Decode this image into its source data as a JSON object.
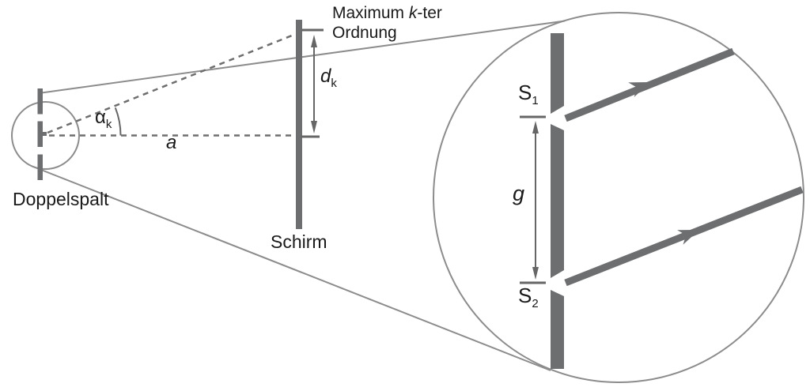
{
  "labels": {
    "maximum": {
      "part1": "Maximum",
      "k": "k",
      "part2": "-ter",
      "line2": "Ordnung"
    },
    "dk": {
      "base": "d",
      "sub": "k"
    },
    "alpha": {
      "base": "α",
      "sub": "k"
    },
    "a": "a",
    "doppelspalt": "Doppelspalt",
    "schirm": "Schirm",
    "s1": {
      "base": "S",
      "sub": "1"
    },
    "s2": {
      "base": "S",
      "sub": "2"
    },
    "g": "g"
  },
  "colors": {
    "background": "#ffffff",
    "text": "#1a1a1a",
    "thin_line": "#8c8c8c",
    "thick_bar": "#6c6e70",
    "dash_line": "#6e6e6e",
    "arrow": "#666666"
  }
}
